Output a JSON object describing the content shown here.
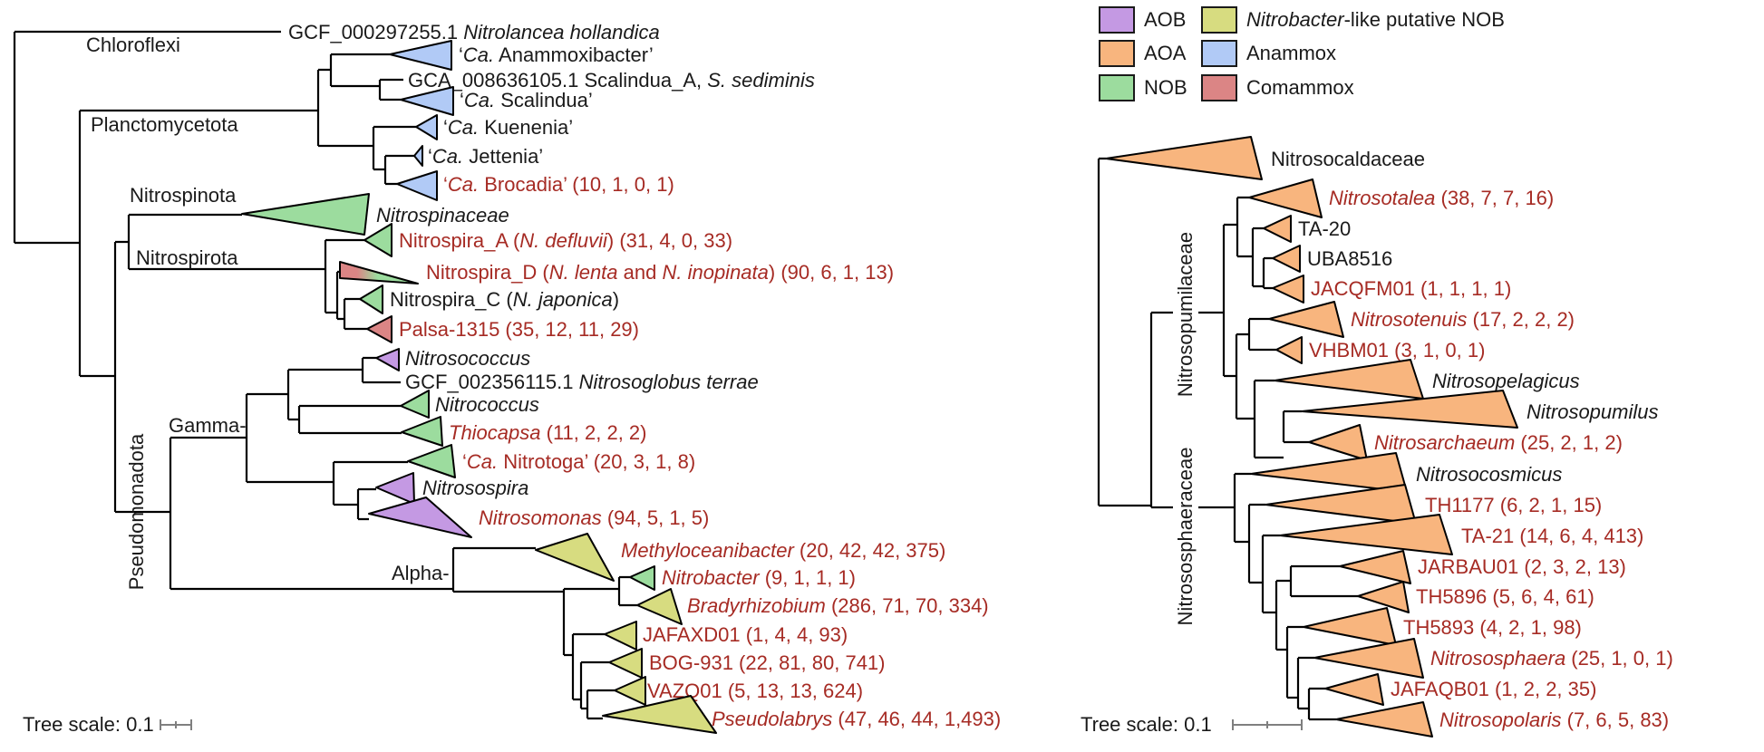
{
  "colors": {
    "aob": "#C499E3",
    "aoa": "#F8B57E",
    "nob": "#9CDC9E",
    "nitrobacter_like": "#D7DC80",
    "anammox": "#B1CAF6",
    "comammox": "#DB8585",
    "red_text": "#A62B24",
    "black_text": "#1A1A1A",
    "branch": "#000000",
    "scalebar": "#7F7F7F"
  },
  "legend": {
    "items": [
      {
        "id": "aob",
        "color_key": "aob",
        "segments": [
          {
            "t": "AOB"
          }
        ]
      },
      {
        "id": "aoa",
        "color_key": "aoa",
        "segments": [
          {
            "t": "AOA"
          }
        ]
      },
      {
        "id": "nob",
        "color_key": "nob",
        "segments": [
          {
            "t": "NOB"
          }
        ]
      },
      {
        "id": "nitrobacter_like",
        "color_key": "nitrobacter_like",
        "segments": [
          {
            "t": "Nitrobacter",
            "i": true
          },
          {
            "t": "-like putative NOB"
          }
        ]
      },
      {
        "id": "anammox",
        "color_key": "anammox",
        "segments": [
          {
            "t": "Anammox"
          }
        ]
      },
      {
        "id": "comammox",
        "color_key": "comammox",
        "segments": [
          {
            "t": "Comammox"
          }
        ]
      }
    ]
  },
  "left_tree": {
    "clade_labels": {
      "chloroflexi": "Chloroflexi",
      "planctomycetota": "Planctomycetota",
      "nitrospinota": "Nitrospinota",
      "nitrospirota": "Nitrospirota",
      "pseudomonadota": "Pseudomonadota",
      "gamma": "Gamma-",
      "alpha": "Alpha-"
    },
    "scale_label": "Tree scale: 0.1",
    "tips": [
      {
        "id": "nitrolancea",
        "color": "black",
        "group": null,
        "segments": [
          {
            "t": "GCF_000297255.1 "
          },
          {
            "t": "Nitrolancea hollandica",
            "i": true
          }
        ]
      },
      {
        "id": "anammoxibacter",
        "color": "black",
        "group": "anammox",
        "segments": [
          {
            "t": "‘"
          },
          {
            "t": "Ca.",
            "i": true
          },
          {
            "t": " Anammoxibacter’"
          }
        ]
      },
      {
        "id": "scalindua_genome",
        "color": "black",
        "group": null,
        "segments": [
          {
            "t": "GCA_008636105.1 Scalindua_A, "
          },
          {
            "t": "S. sediminis",
            "i": true
          }
        ]
      },
      {
        "id": "scalindua",
        "color": "black",
        "group": "anammox",
        "segments": [
          {
            "t": "‘"
          },
          {
            "t": "Ca.",
            "i": true
          },
          {
            "t": " Scalindua’"
          }
        ]
      },
      {
        "id": "kuenenia",
        "color": "black",
        "group": "anammox",
        "segments": [
          {
            "t": "‘"
          },
          {
            "t": "Ca.",
            "i": true
          },
          {
            "t": " Kuenenia’"
          }
        ]
      },
      {
        "id": "jettenia",
        "color": "black",
        "group": "anammox",
        "segments": [
          {
            "t": "‘"
          },
          {
            "t": "Ca.",
            "i": true
          },
          {
            "t": " Jettenia’"
          }
        ]
      },
      {
        "id": "brocadia",
        "color": "red",
        "group": "anammox",
        "segments": [
          {
            "t": "‘"
          },
          {
            "t": "Ca.",
            "i": true
          },
          {
            "t": " Brocadia’ (10, 1, 0, 1)"
          }
        ]
      },
      {
        "id": "nitrospinaceae",
        "color": "black",
        "group": "nob",
        "segments": [
          {
            "t": "Nitrospinaceae",
            "i": true
          }
        ]
      },
      {
        "id": "nitrospira_a",
        "color": "red",
        "group": "nob",
        "segments": [
          {
            "t": "Nitrospira_A ("
          },
          {
            "t": "N. defluvii",
            "i": true
          },
          {
            "t": ") (31, 4, 0, 33)"
          }
        ]
      },
      {
        "id": "nitrospira_d",
        "color": "red",
        "group": "comammox_nob",
        "segments": [
          {
            "t": "Nitrospira_D ("
          },
          {
            "t": "N. lenta",
            "i": true
          },
          {
            "t": " and "
          },
          {
            "t": "N. inopinata",
            "i": true
          },
          {
            "t": ") (90, 6, 1, 13)"
          }
        ]
      },
      {
        "id": "nitrospira_c",
        "color": "black",
        "group": "nob",
        "segments": [
          {
            "t": "Nitrospira_C ("
          },
          {
            "t": "N. japonica",
            "i": true
          },
          {
            "t": ")"
          }
        ]
      },
      {
        "id": "palsa1315",
        "color": "red",
        "group": "comammox",
        "segments": [
          {
            "t": "Palsa-1315 (35, 12, 11, 29)"
          }
        ]
      },
      {
        "id": "nitrosococcus",
        "color": "black",
        "group": "aob",
        "segments": [
          {
            "t": "Nitrosococcus",
            "i": true
          }
        ]
      },
      {
        "id": "nitrosoglobus",
        "color": "black",
        "group": null,
        "segments": [
          {
            "t": "GCF_002356115.1 "
          },
          {
            "t": "Nitrosoglobus terrae",
            "i": true
          }
        ]
      },
      {
        "id": "nitrococcus",
        "color": "black",
        "group": "nob",
        "segments": [
          {
            "t": "Nitrococcus",
            "i": true
          }
        ]
      },
      {
        "id": "thiocapsa",
        "color": "red",
        "group": "nob",
        "segments": [
          {
            "t": "Thiocapsa",
            "i": true
          },
          {
            "t": " (11, 2, 2, 2)"
          }
        ]
      },
      {
        "id": "nitrotoga",
        "color": "red",
        "group": "nob",
        "segments": [
          {
            "t": "‘"
          },
          {
            "t": "Ca.",
            "i": true
          },
          {
            "t": " Nitrotoga’ (20, 3, 1, 8)"
          }
        ]
      },
      {
        "id": "nitrosospira",
        "color": "black",
        "group": "aob",
        "segments": [
          {
            "t": "Nitrosospira",
            "i": true
          }
        ]
      },
      {
        "id": "nitrosomonas",
        "color": "red",
        "group": "aob",
        "segments": [
          {
            "t": "Nitrosomonas",
            "i": true
          },
          {
            "t": " (94, 5, 1, 5)"
          }
        ]
      },
      {
        "id": "methyloceanibacter",
        "color": "red",
        "group": "nitrobacter_like",
        "segments": [
          {
            "t": "Methyloceanibacter",
            "i": true
          },
          {
            "t": " (20, 42, 42, 375)"
          }
        ]
      },
      {
        "id": "nitrobacter",
        "color": "red",
        "group": "nob",
        "segments": [
          {
            "t": "Nitrobacter",
            "i": true
          },
          {
            "t": " (9, 1, 1, 1)"
          }
        ]
      },
      {
        "id": "bradyrhizobium",
        "color": "red",
        "group": "nitrobacter_like",
        "segments": [
          {
            "t": "Bradyrhizobium",
            "i": true
          },
          {
            "t": " (286, 71, 70, 334)"
          }
        ]
      },
      {
        "id": "jafaxd01",
        "color": "red",
        "group": "nitrobacter_like",
        "segments": [
          {
            "t": "JAFAXD01 (1, 4, 4, 93)"
          }
        ]
      },
      {
        "id": "bog931",
        "color": "red",
        "group": "nitrobacter_like",
        "segments": [
          {
            "t": "BOG-931 (22, 81, 80, 741)"
          }
        ]
      },
      {
        "id": "vazq01",
        "color": "red",
        "group": "nitrobacter_like",
        "segments": [
          {
            "t": "VAZQ01 (5, 13, 13, 624)"
          }
        ]
      },
      {
        "id": "pseudolabrys",
        "color": "red",
        "group": "nitrobacter_like",
        "segments": [
          {
            "t": "Pseudolabrys",
            "i": true
          },
          {
            "t": " (47, 46, 44, 1,493)"
          }
        ]
      }
    ]
  },
  "right_tree": {
    "family_labels": {
      "nitrosopumilaceae": "Nitrosopumilaceae",
      "nitrososphaeraceae": "Nitrososphaeraceae"
    },
    "scale_label": "Tree scale: 0.1",
    "tips": [
      {
        "id": "nitrosocaldaceae",
        "color": "black",
        "group": "aoa",
        "segments": [
          {
            "t": "Nitrosocaldaceae"
          }
        ]
      },
      {
        "id": "nitrosotalea",
        "color": "red",
        "group": "aoa",
        "segments": [
          {
            "t": "Nitrosotalea",
            "i": true
          },
          {
            "t": " (38, 7, 7, 16)"
          }
        ]
      },
      {
        "id": "ta20",
        "color": "black",
        "group": "aoa",
        "segments": [
          {
            "t": "TA-20"
          }
        ]
      },
      {
        "id": "uba8516",
        "color": "black",
        "group": "aoa",
        "segments": [
          {
            "t": "UBA8516"
          }
        ]
      },
      {
        "id": "jacqfm01",
        "color": "red",
        "group": "aoa",
        "segments": [
          {
            "t": "JACQFM01 (1, 1, 1, 1)"
          }
        ]
      },
      {
        "id": "nitrosotenuis",
        "color": "red",
        "group": "aoa",
        "segments": [
          {
            "t": "Nitrosotenuis",
            "i": true
          },
          {
            "t": " (17, 2, 2, 2)"
          }
        ]
      },
      {
        "id": "vhbm01",
        "color": "red",
        "group": "aoa",
        "segments": [
          {
            "t": "VHBM01 (3, 1, 0, 1)"
          }
        ]
      },
      {
        "id": "nitrosopelagicus",
        "color": "black",
        "group": "aoa",
        "segments": [
          {
            "t": "Nitrosopelagicus",
            "i": true
          }
        ]
      },
      {
        "id": "nitrosopumilus",
        "color": "black",
        "group": "aoa",
        "segments": [
          {
            "t": "Nitrosopumilus",
            "i": true
          }
        ]
      },
      {
        "id": "nitrosarchaeum",
        "color": "red",
        "group": "aoa",
        "segments": [
          {
            "t": "Nitrosarchaeum",
            "i": true
          },
          {
            "t": " (25, 2, 1, 2)"
          }
        ]
      },
      {
        "id": "nitrosocosmicus",
        "color": "black",
        "group": "aoa",
        "segments": [
          {
            "t": "Nitrosocosmicus",
            "i": true
          }
        ]
      },
      {
        "id": "th1177",
        "color": "red",
        "group": "aoa",
        "segments": [
          {
            "t": "TH1177 (6, 2, 1, 15)"
          }
        ]
      },
      {
        "id": "ta21",
        "color": "red",
        "group": "aoa",
        "segments": [
          {
            "t": "TA-21 (14, 6, 4, 413)"
          }
        ]
      },
      {
        "id": "jarbau01",
        "color": "red",
        "group": "aoa",
        "segments": [
          {
            "t": "JARBAU01 (2, 3, 2, 13)"
          }
        ]
      },
      {
        "id": "th5896",
        "color": "red",
        "group": "aoa",
        "segments": [
          {
            "t": "TH5896 (5, 6, 4, 61)"
          }
        ]
      },
      {
        "id": "th5893",
        "color": "red",
        "group": "aoa",
        "segments": [
          {
            "t": "TH5893 (4, 2, 1, 98)"
          }
        ]
      },
      {
        "id": "nitrososphaera",
        "color": "red",
        "group": "aoa",
        "segments": [
          {
            "t": "Nitrososphaera",
            "i": true
          },
          {
            "t": " (25, 1, 0, 1)"
          }
        ]
      },
      {
        "id": "jafaqb01",
        "color": "red",
        "group": "aoa",
        "segments": [
          {
            "t": "JAFAQB01 (1, 2, 2, 35)"
          }
        ]
      },
      {
        "id": "nitrosopolaris",
        "color": "red",
        "group": "aoa",
        "segments": [
          {
            "t": "Nitrosopolaris",
            "i": true
          },
          {
            "t": " (7, 6, 5, 83)"
          }
        ]
      }
    ]
  }
}
